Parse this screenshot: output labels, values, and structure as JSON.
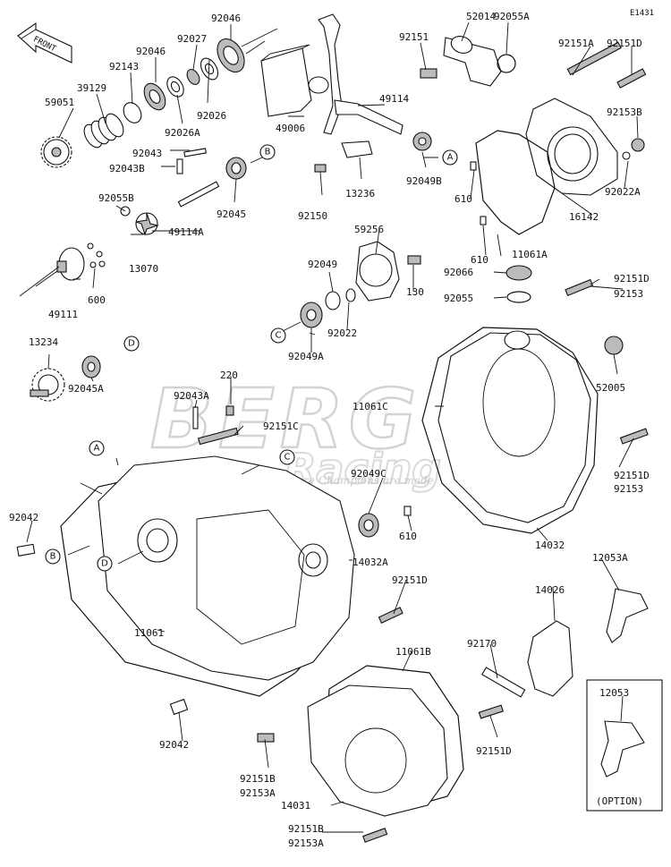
{
  "diagram_code": "E1431",
  "front_arrow_label": "FRONT",
  "watermark": {
    "brand": "BERG",
    "sub": "Racing",
    "tagline": "Where Champions are made"
  },
  "option_box_label": "(OPTION)",
  "callouts": [
    "A",
    "B",
    "C",
    "D",
    "A",
    "B",
    "C",
    "D"
  ],
  "parts": [
    "92046",
    "92027",
    "92046",
    "92143",
    "39129",
    "59051",
    "92026",
    "92026A",
    "92043",
    "92043B",
    "92045",
    "92055B",
    "49114A",
    "13070",
    "49111",
    "600",
    "49006",
    "49114",
    "13236",
    "92150",
    "92049B",
    "52014",
    "92055A",
    "92151",
    "92151A",
    "92151D",
    "92153B",
    "92022A",
    "16142",
    "11061A",
    "610",
    "610",
    "59256",
    "92049",
    "130",
    "92049A",
    "92022",
    "92066",
    "92055",
    "92151D",
    "92153",
    "52005",
    "11061C",
    "92151D",
    "92153",
    "610",
    "14032",
    "13234",
    "92045A",
    "220",
    "92043A",
    "92151C",
    "92049C",
    "14032A",
    "92042",
    "11061",
    "92151D",
    "92042",
    "11061B",
    "12053A",
    "14026",
    "92170",
    "92151D",
    "12053",
    "92151B",
    "92153A",
    "14031",
    "92151B",
    "92153A"
  ]
}
